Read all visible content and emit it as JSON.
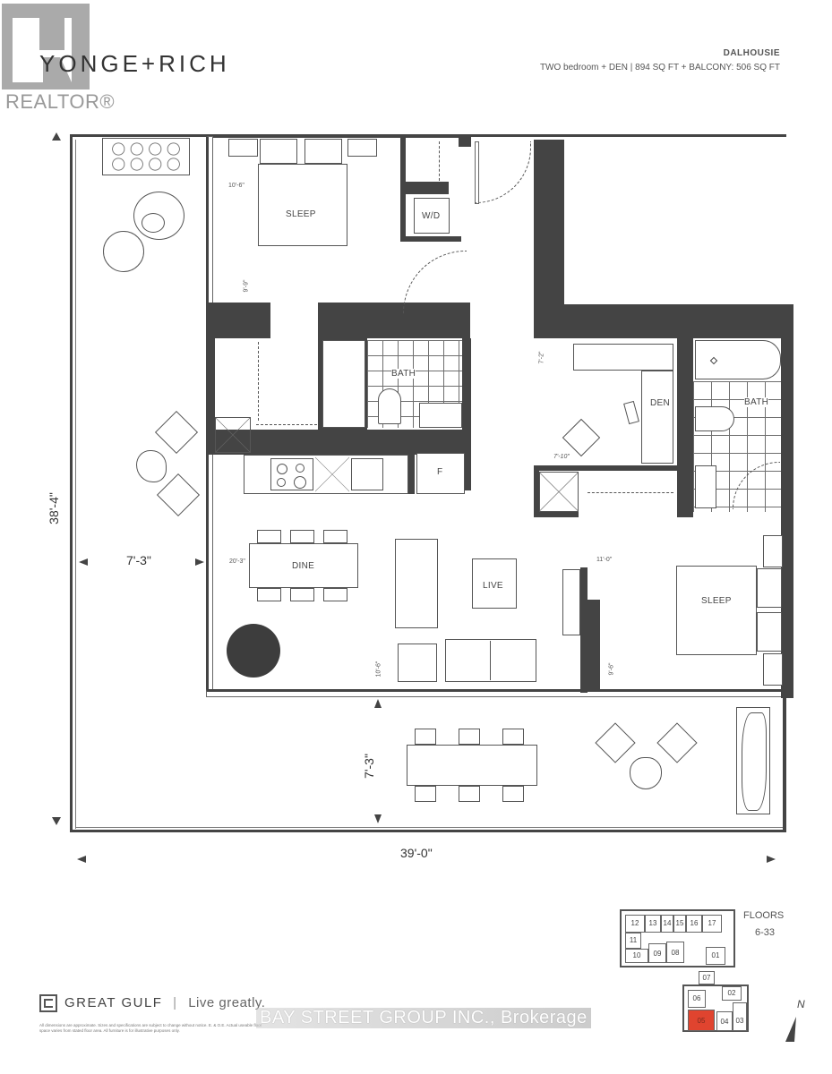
{
  "header": {
    "realtor_logo_text": "REALTOR®",
    "brand_title": "YONGE+RICH",
    "unit_name": "DALHOUSIE",
    "unit_description": "TWO bedroom + DEN  |  894 SQ FT  +  BALCONY: 506 SQ FT"
  },
  "floorplan": {
    "rooms": {
      "sleep_1": "SLEEP",
      "wd": "W/D",
      "bath_1": "BATH",
      "den": "DEN",
      "bath_2": "BATH",
      "fridge": "F",
      "dine": "DINE",
      "live": "LIVE",
      "sleep_2": "SLEEP"
    },
    "dimensions": {
      "overall_height": "38'-4\"",
      "overall_width": "39'-0\"",
      "balcony_west_width": "7'-3\"",
      "balcony_south_depth": "7'-3\"",
      "sleep_1_width": "10'-6\"",
      "sleep_1_depth": "9'-9\"",
      "den_depth": "7'-2\"",
      "den_width": "7'-10\"",
      "dine_live_width": "20'-3\"",
      "dine_live_depth": "10'-6\"",
      "sleep_2_width": "11'-0\"",
      "sleep_2_depth": "9'-6\""
    }
  },
  "keyplan": {
    "floors_label": "FLOORS",
    "floors_range": "6-33",
    "units": [
      "12",
      "13",
      "14",
      "15",
      "16",
      "17",
      "11",
      "10",
      "09",
      "08",
      "01",
      "07",
      "06",
      "02",
      "05",
      "04",
      "03"
    ],
    "highlighted_unit": "05",
    "highlight_color": "#e0442f",
    "north_label": "N"
  },
  "footer": {
    "developer": "GREAT GULF",
    "tagline": "Live greatly.",
    "separator": "|",
    "disclaimer": "All dimensions are approximate. Sizes and specifications are subject to change without notice. E. & O.E. Actual useable floor space varies from stated floor area. All furniture is for illustrative purposes only.",
    "watermark": "BAY STREET GROUP INC., Brokerage"
  }
}
